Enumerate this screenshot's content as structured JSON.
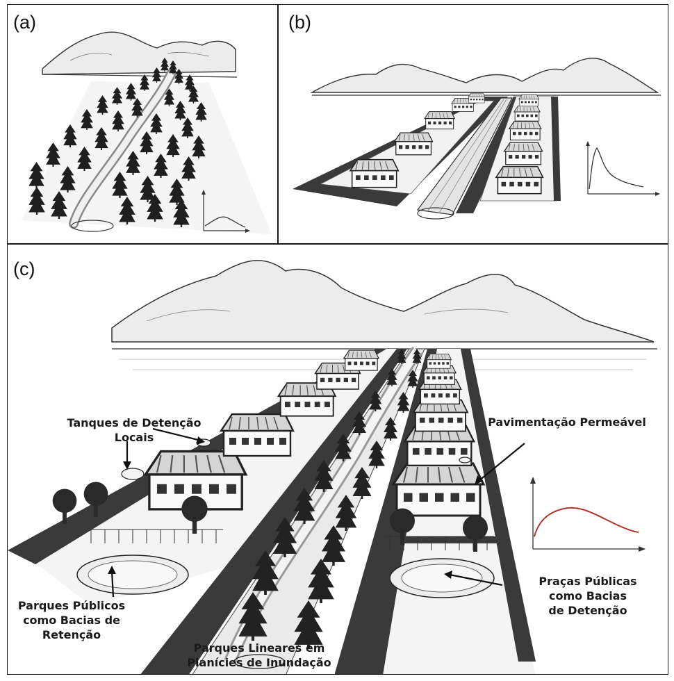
{
  "panels": {
    "a": {
      "label": "(a)"
    },
    "b": {
      "label": "(b)"
    },
    "c": {
      "label": "(c)"
    }
  },
  "callouts": {
    "tanques_line1": "Tanques de Detenção",
    "tanques_line2": "Locais",
    "pavimentacao": "Pavimentação Permeável",
    "parques_publicos_line1": "Parques Públicos",
    "parques_publicos_line2": "como Bacias de",
    "parques_publicos_line3": "Retenção",
    "parques_lineares_line1": "Parques Lineares em",
    "parques_lineares_line2": "Planícies de Inundação",
    "pracas_line1": "Praças Públicas",
    "pracas_line2": "como Bacias",
    "pracas_line3": "de Detenção"
  },
  "colors": {
    "ink": "#1a1a1a",
    "road": "#3a3a3a",
    "hydrograph_c": "#c0392b"
  },
  "icons": {
    "tree": "conifer-tree-icon",
    "house": "house-icon",
    "tank": "detention-tank-icon"
  }
}
